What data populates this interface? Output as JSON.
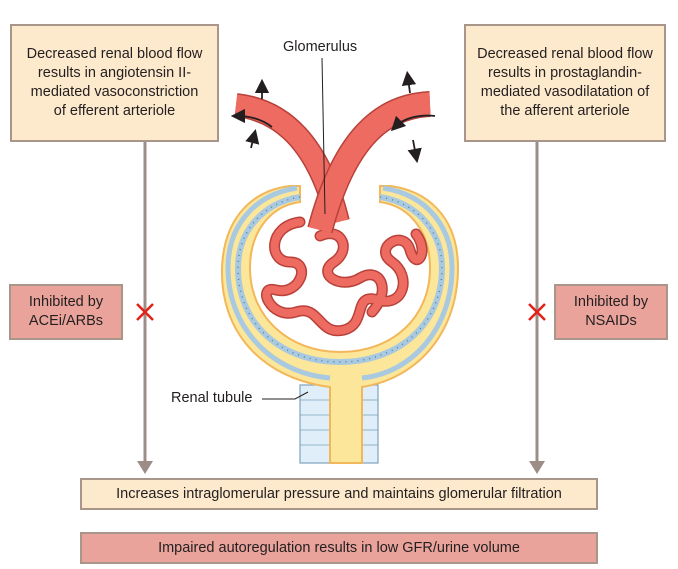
{
  "left_box": {
    "text": "Decreased renal blood flow results in angiotensin II-mediated vasoconstriction of efferent arteriole"
  },
  "right_box": {
    "text": "Decreased renal blood flow results in prostaglandin-mediated vasodilatation of the afferent arteriole"
  },
  "left_inhibit": {
    "text": "Inhibited by ACEi/ARBs"
  },
  "right_inhibit": {
    "text": "Inhibited by NSAIDs"
  },
  "labels": {
    "glomerulus": "Glomerulus",
    "renal_tubule": "Renal tubule"
  },
  "outcome_box": {
    "text": "Increases intraglomerular pressure and maintains glomerular filtration"
  },
  "impaired_box": {
    "text": "Impaired autoregulation results in low GFR/urine volume"
  },
  "colors": {
    "cream_fill": "#fde9cc",
    "pink_fill": "#e9a39b",
    "box_border": "#a8968a",
    "arrow": "#9c8d86",
    "cross": "#e2231a",
    "vessel": "#ee6b61",
    "capsule": "#fbe699",
    "capsule_edge": "#f2b75a",
    "epithelium": "#dfeef8"
  }
}
